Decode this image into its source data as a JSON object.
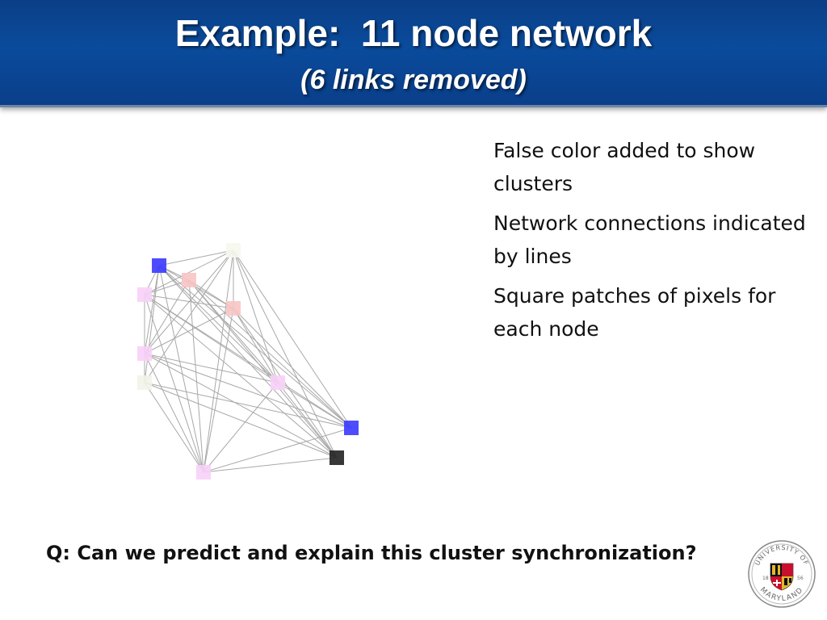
{
  "slide": {
    "title": "Example:  11 node network",
    "subtitle": "(6 links removed)",
    "bullets": [
      "False color added to show clusters",
      "Network connections indicated by lines",
      "Square patches of pixels for each node"
    ],
    "question": "Q:  Can we predict and explain this cluster synchronization?"
  },
  "logo": {
    "ring_text_top": "UNIVERSITY OF",
    "ring_text_bottom": "MARYLAND",
    "year_left": "18",
    "year_right": "56"
  },
  "network": {
    "nodes": [
      {
        "id": "n1",
        "color": "#3a3aff"
      },
      {
        "id": "n2",
        "color": "#f6f8ee"
      },
      {
        "id": "n3",
        "color": "#f8c4c4"
      },
      {
        "id": "n4",
        "color": "#f8d0f8"
      },
      {
        "id": "n5",
        "color": "#f8c4c4"
      },
      {
        "id": "n6",
        "color": "#f8d0f8"
      },
      {
        "id": "n7",
        "color": "#f0f4e8"
      },
      {
        "id": "n8",
        "color": "#f8d0f8"
      },
      {
        "id": "n9",
        "color": "#3a3aff"
      },
      {
        "id": "n10",
        "color": "#222222"
      },
      {
        "id": "n11",
        "color": "#f8d0f8"
      }
    ],
    "edge_color": "#a8a8a8"
  }
}
